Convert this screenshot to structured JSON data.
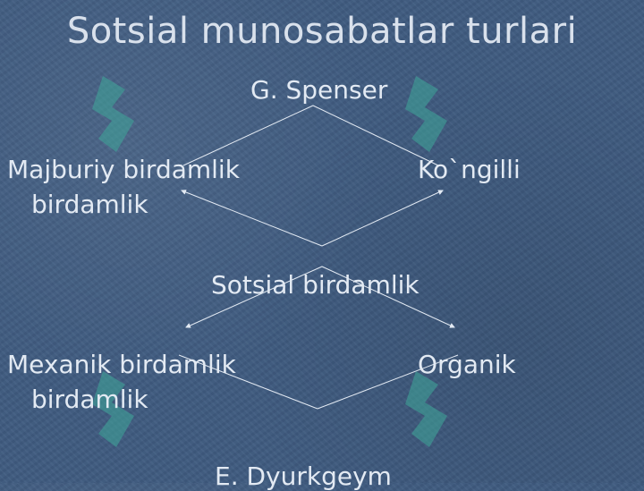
{
  "title": "Sotsial munosabatlar turlari",
  "author_top": "G. Spenser",
  "left_top": "Majburiy birdamlik",
  "left_top_cont": "birdamlik",
  "right_top": "Ko`ngilli",
  "center": "Sotsial birdamlik",
  "left_bottom": "Mexanik birdamlik",
  "left_bottom_cont": "birdamlik",
  "right_bottom": "Organik",
  "author_bottom": "E. Dyurkgeym",
  "colors": {
    "background": "#3f5b80",
    "text": "#e3eaf3",
    "watermark": "#3fa89a"
  }
}
